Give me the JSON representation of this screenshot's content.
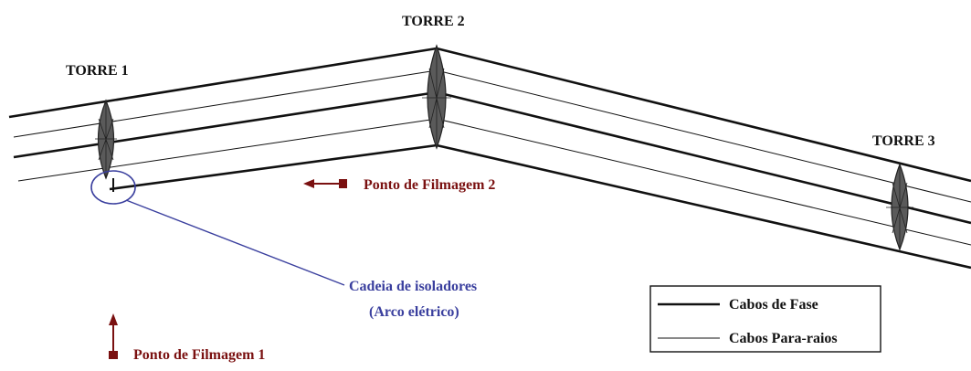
{
  "towers": [
    {
      "label": "TORRE 1"
    },
    {
      "label": "TORRE 2"
    },
    {
      "label": "TORRE 3"
    }
  ],
  "annotations": {
    "filming_point_1": "Ponto de Filmagem 1",
    "filming_point_2": "Ponto de Filmagem 2",
    "insulator_chain_line1": "Cadeia de isoladores",
    "insulator_chain_line2": "(Arco elétrico)"
  },
  "legend": {
    "phase_cables": "Cabos de Fase",
    "shield_cables": "Cabos Para-raios"
  },
  "colors": {
    "cable": "#111111",
    "tower_fill": "#555555",
    "filming_marker": "#7a1010",
    "insulator_callout": "#3a3f9e"
  }
}
